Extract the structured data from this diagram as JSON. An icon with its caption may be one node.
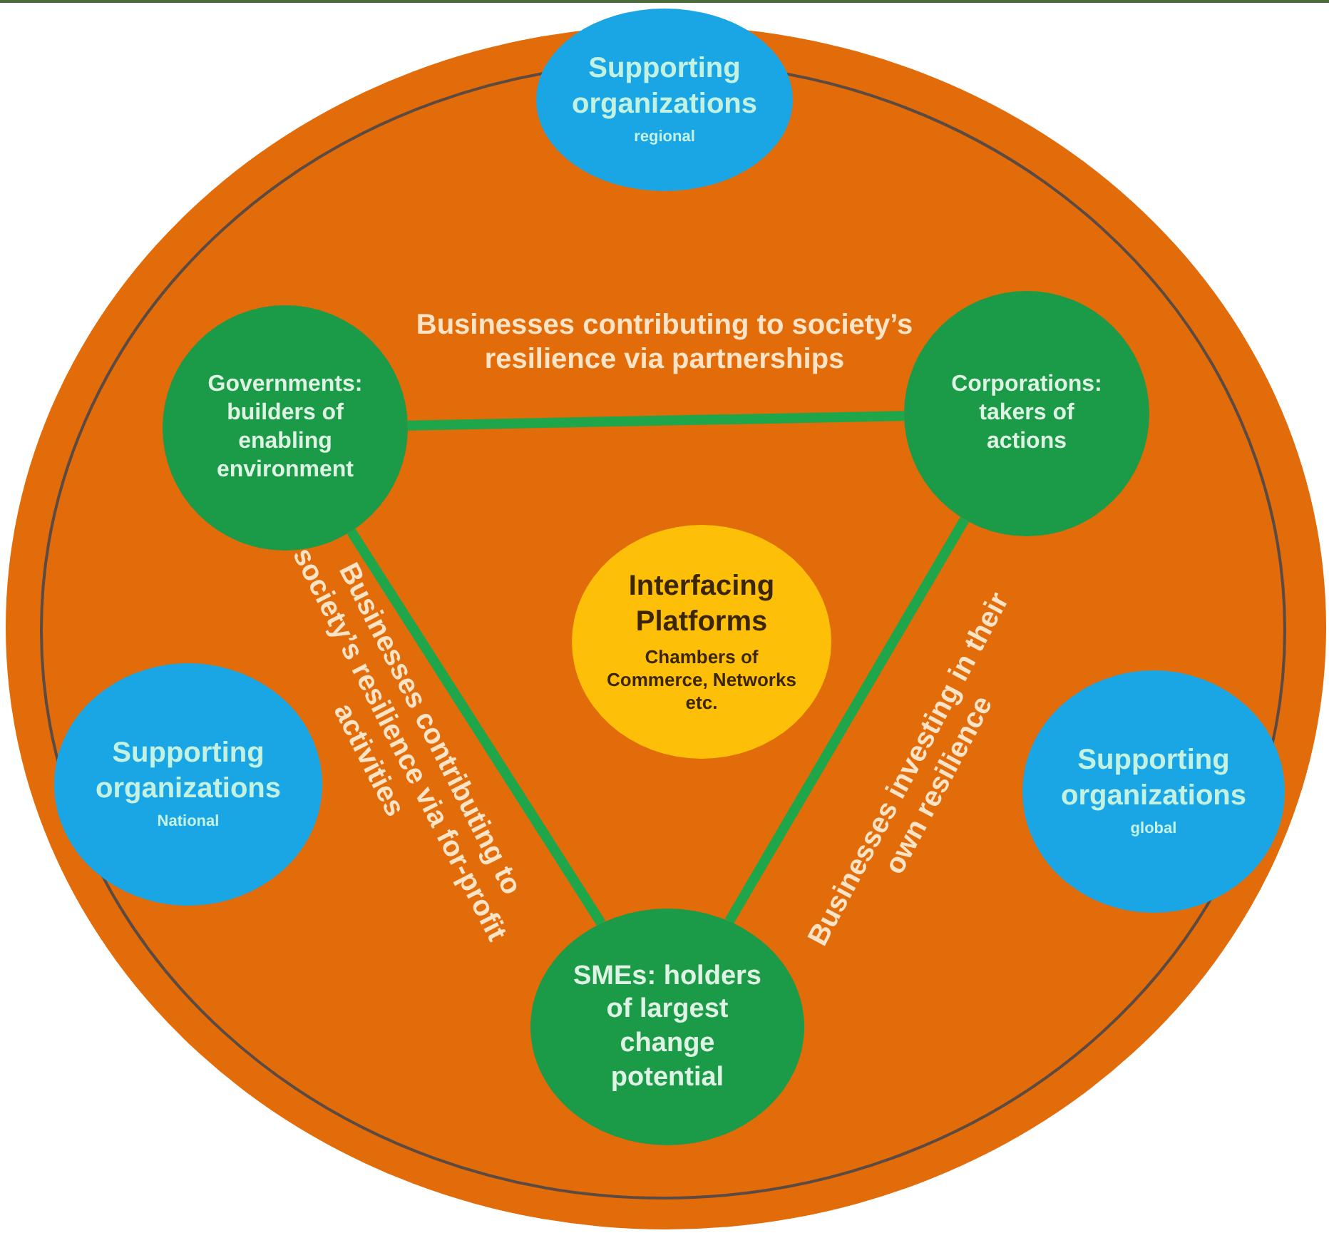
{
  "diagram": {
    "nodes": [
      {
        "text": [],
        "shape": "circle"
      },
      {
        "text": [
          "Supporting organizations",
          "regional"
        ],
        "in": 0
      },
      {
        "text": [
          "Governments: builders of enabling environment"
        ],
        "in": 0
      },
      {
        "text": [
          "Corporations: takers of actions"
        ],
        "in": 0
      },
      {
        "text": [
          "Interfacing Platforms",
          "Chambers of Commerce, Networks etc."
        ],
        "in": 0
      },
      {
        "text": [
          "Supporting organizations",
          "National"
        ],
        "in": 0
      },
      {
        "text": [
          "Supporting organizations",
          "global"
        ],
        "in": 0
      },
      {
        "text": [
          "SMEs: holders of largest change potential"
        ],
        "in": 0
      }
    ],
    "edges": [
      {
        "from": 2,
        "to": 3,
        "arrow": "none",
        "label": "Businesses contributing to society’s resilience via partnerships"
      },
      {
        "from": 2,
        "to": 7,
        "arrow": "none",
        "label": "Businesses contributing to society’s resilience via for-profit activities"
      },
      {
        "from": 7,
        "to": 3,
        "arrow": "none",
        "label": "Businesses investing in their own resilience"
      }
    ]
  }
}
